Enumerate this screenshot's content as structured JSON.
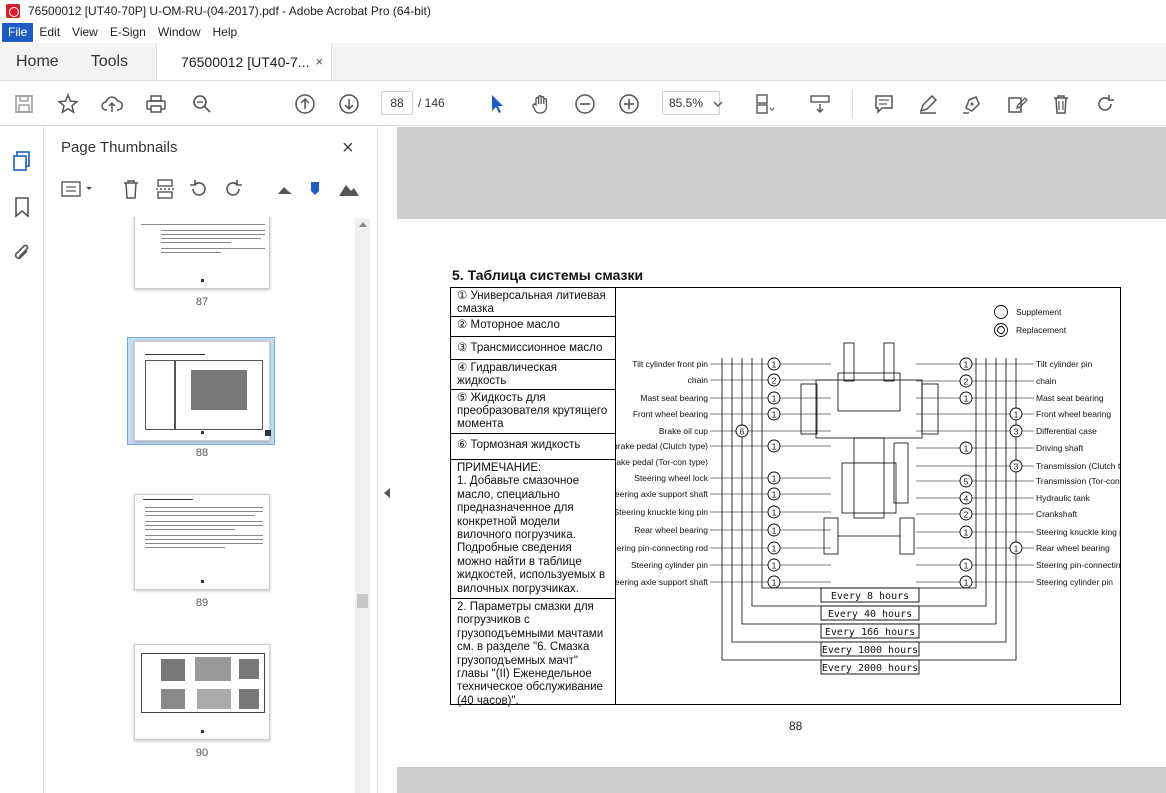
{
  "window": {
    "title": "76500012 [UT40-70P] U-OM-RU-(04-2017).pdf - Adobe Acrobat Pro (64-bit)"
  },
  "menu": [
    "File",
    "Edit",
    "View",
    "E-Sign",
    "Window",
    "Help"
  ],
  "tabs": {
    "home": "Home",
    "tools": "Tools",
    "document": "76500012 [UT40-7...",
    "close": "×"
  },
  "toolbar": {
    "current_page": "88",
    "total_pages": "/ 146",
    "zoom": "85.5%"
  },
  "panel": {
    "title": "Page Thumbnails",
    "close": "×",
    "thumbnails": [
      {
        "label": "87"
      },
      {
        "label": "88"
      },
      {
        "label": "89"
      },
      {
        "label": "90"
      }
    ]
  },
  "page": {
    "heading": "5. Таблица системы смазки",
    "page_number": "88",
    "legend": [
      "① Универсальная литиевая смазка",
      "② Моторное масло",
      "③ Трансмиссионное масло",
      "④ Гидравлическая жидкость",
      "⑤ Жидкость для преобразователя крутящего момента",
      "⑥ Тормозная жидкость"
    ],
    "note1": "ПРИМЕЧАНИЕ:\n1. Добавьте смазочное масло, специально предназначенное для конкретной модели вилочного погрузчика. Подробные сведения можно найти в таблице жидкостей, используемых в вилочных погрузчиках.",
    "note2": "2. Параметры смазки для погрузчиков с грузоподъемными мачтами см. в разделе \"6. Смазка грузоподъемных мачт\" главы \"(II) Еженедельное техническое обслуживание (40 часов)\"."
  },
  "diagram": {
    "key": {
      "supplement": "Supplement",
      "replacement": "Replacement"
    },
    "left_labels": [
      {
        "text": "Tilt cylinder front pin",
        "code": "1"
      },
      {
        "text": "chain",
        "code": "2"
      },
      {
        "text": "Mast seat bearing",
        "code": "1"
      },
      {
        "text": "Front wheel bearing",
        "code": "1"
      },
      {
        "text": "Brake oil cup",
        "code": "6"
      },
      {
        "text": "Clutch brake pedal (Clutch type)",
        "code": "1"
      },
      {
        "text": "Inching brake pedal (Tor-con type)",
        "code": ""
      },
      {
        "text": "Steering wheel lock",
        "code": "1"
      },
      {
        "text": "Steering axle support shaft",
        "code": "1"
      },
      {
        "text": "Steering knuckle king pin",
        "code": "1"
      },
      {
        "text": "Rear wheel bearing",
        "code": "1"
      },
      {
        "text": "Steering pin-connecting rod",
        "code": "1"
      },
      {
        "text": "Steering cylinder pin",
        "code": "1"
      },
      {
        "text": "Steering axle support shaft",
        "code": "1"
      }
    ],
    "right_labels": [
      {
        "text": "Tilt cylinder pin",
        "code": "1"
      },
      {
        "text": "chain",
        "code": "2"
      },
      {
        "text": "Mast seat bearing",
        "code": "1"
      },
      {
        "text": "Front wheel bearing",
        "code": "1"
      },
      {
        "text": "Differential case",
        "code": "3"
      },
      {
        "text": "Driving shaft",
        "code": "1"
      },
      {
        "text": "Transmission (Clutch type)",
        "code": "3"
      },
      {
        "text": "Transmission (Tor-con type)",
        "code": "5"
      },
      {
        "text": "Hydraulic tank",
        "code": "4"
      },
      {
        "text": "Crankshaft",
        "code": "2"
      },
      {
        "text": "Steering knuckle king pin",
        "code": "1"
      },
      {
        "text": "Rear wheel bearing",
        "code": "1"
      },
      {
        "text": "Steering pin-connecting rod",
        "code": "1"
      },
      {
        "text": "Steering cylinder pin",
        "code": "1"
      }
    ],
    "intervals": [
      "Every 8 hours",
      "Every 40 hours",
      "Every 166 hours",
      "Every 1000 hours",
      "Every 2000 hours"
    ]
  },
  "colors": {
    "accent": "#1e5bc6",
    "selected_thumb": "#c4dcf3",
    "doc_background": "#cfcfcf"
  }
}
